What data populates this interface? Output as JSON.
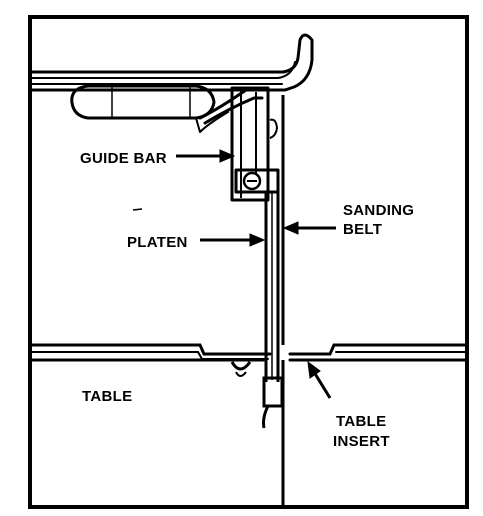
{
  "labels": {
    "guide_bar": "GUIDE BAR",
    "sanding": "SANDING",
    "belt": "BELT",
    "platen": "PLATEN",
    "table": "TABLE",
    "table_insert_1": "TABLE",
    "table_insert_2": "INSERT"
  },
  "colors": {
    "ink": "#000000",
    "paper": "#ffffff"
  }
}
